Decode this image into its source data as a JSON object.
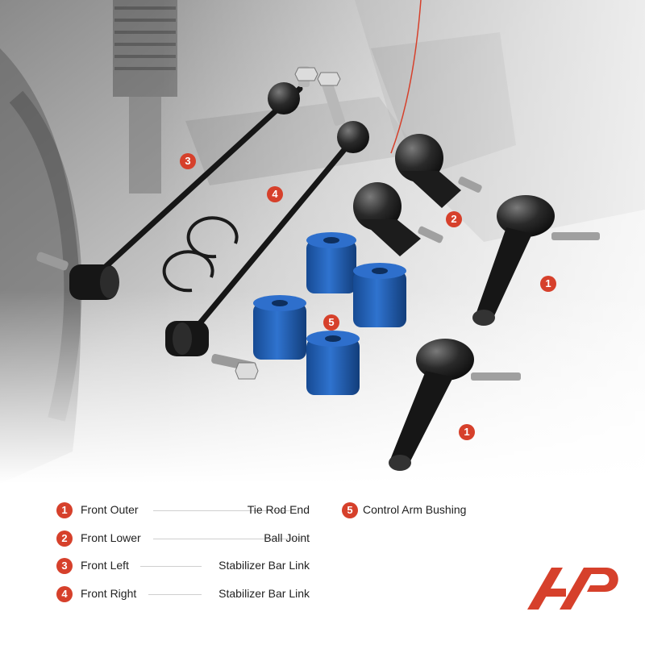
{
  "colors": {
    "accent": "#d6402b",
    "bushing": "#1f5fb5",
    "metal_black": "#161616"
  },
  "callouts": [
    "3",
    "4",
    "2",
    "1",
    "5",
    "1"
  ],
  "legend": [
    {
      "num": "1",
      "position": "Front Outer",
      "part": "Tie Rod End"
    },
    {
      "num": "2",
      "position": "Front Lower",
      "part": "Ball Joint"
    },
    {
      "num": "3",
      "position": "Front Left",
      "part": "Stabilizer Bar Link"
    },
    {
      "num": "4",
      "position": "Front Right",
      "part": "Stabilizer Bar Link"
    },
    {
      "num": "5",
      "position": "",
      "part": "Control Arm Bushing"
    }
  ],
  "logo": {
    "icon": "a-premium-logo-icon"
  }
}
